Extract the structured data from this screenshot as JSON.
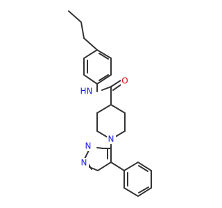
{
  "molecule": {
    "atom_labels": {
      "amide_nh": "N",
      "amide_h": "H",
      "carbonyl_o": "O",
      "piperidine_n": "N",
      "pyrimidine_n_upper": "N",
      "pyrimidine_n_lower": "N"
    },
    "colors": {
      "bond": "#333333",
      "nitrogen": "#1f1ff0",
      "oxygen": "#e00000"
    }
  }
}
